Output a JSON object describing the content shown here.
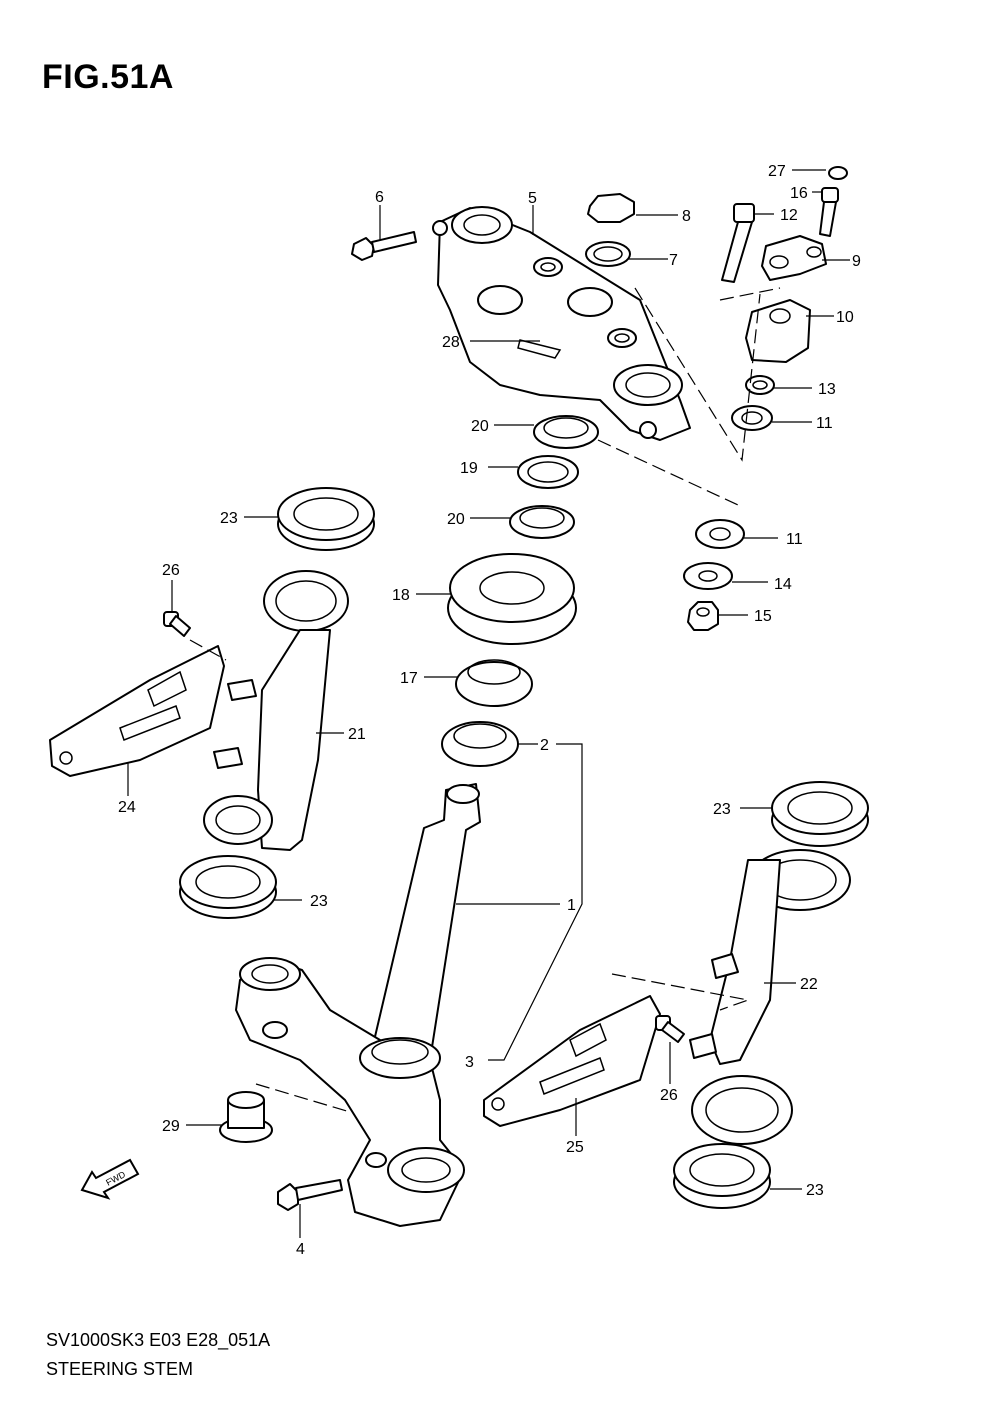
{
  "figure": {
    "title": "FIG.51A"
  },
  "footer": {
    "code": "SV1000SK3 E03 E28_051A",
    "name": "STEERING STEM"
  },
  "fwd_label": "FWD",
  "callouts": [
    {
      "id": "c1",
      "label": "1"
    },
    {
      "id": "c2",
      "label": "2"
    },
    {
      "id": "c3",
      "label": "3"
    },
    {
      "id": "c4",
      "label": "4"
    },
    {
      "id": "c5",
      "label": "5"
    },
    {
      "id": "c6",
      "label": "6"
    },
    {
      "id": "c7",
      "label": "7"
    },
    {
      "id": "c8",
      "label": "8"
    },
    {
      "id": "c9",
      "label": "9"
    },
    {
      "id": "c10",
      "label": "10"
    },
    {
      "id": "c11a",
      "label": "11"
    },
    {
      "id": "c11b",
      "label": "11"
    },
    {
      "id": "c12",
      "label": "12"
    },
    {
      "id": "c13",
      "label": "13"
    },
    {
      "id": "c14",
      "label": "14"
    },
    {
      "id": "c15",
      "label": "15"
    },
    {
      "id": "c16",
      "label": "16"
    },
    {
      "id": "c17",
      "label": "17"
    },
    {
      "id": "c18",
      "label": "18"
    },
    {
      "id": "c19",
      "label": "19"
    },
    {
      "id": "c20a",
      "label": "20"
    },
    {
      "id": "c20b",
      "label": "20"
    },
    {
      "id": "c21",
      "label": "21"
    },
    {
      "id": "c22",
      "label": "22"
    },
    {
      "id": "c23a",
      "label": "23"
    },
    {
      "id": "c23b",
      "label": "23"
    },
    {
      "id": "c23c",
      "label": "23"
    },
    {
      "id": "c23d",
      "label": "23"
    },
    {
      "id": "c24",
      "label": "24"
    },
    {
      "id": "c25",
      "label": "25"
    },
    {
      "id": "c26a",
      "label": "26"
    },
    {
      "id": "c26b",
      "label": "26"
    },
    {
      "id": "c27",
      "label": "27"
    },
    {
      "id": "c28",
      "label": "28"
    },
    {
      "id": "c29",
      "label": "29"
    }
  ]
}
